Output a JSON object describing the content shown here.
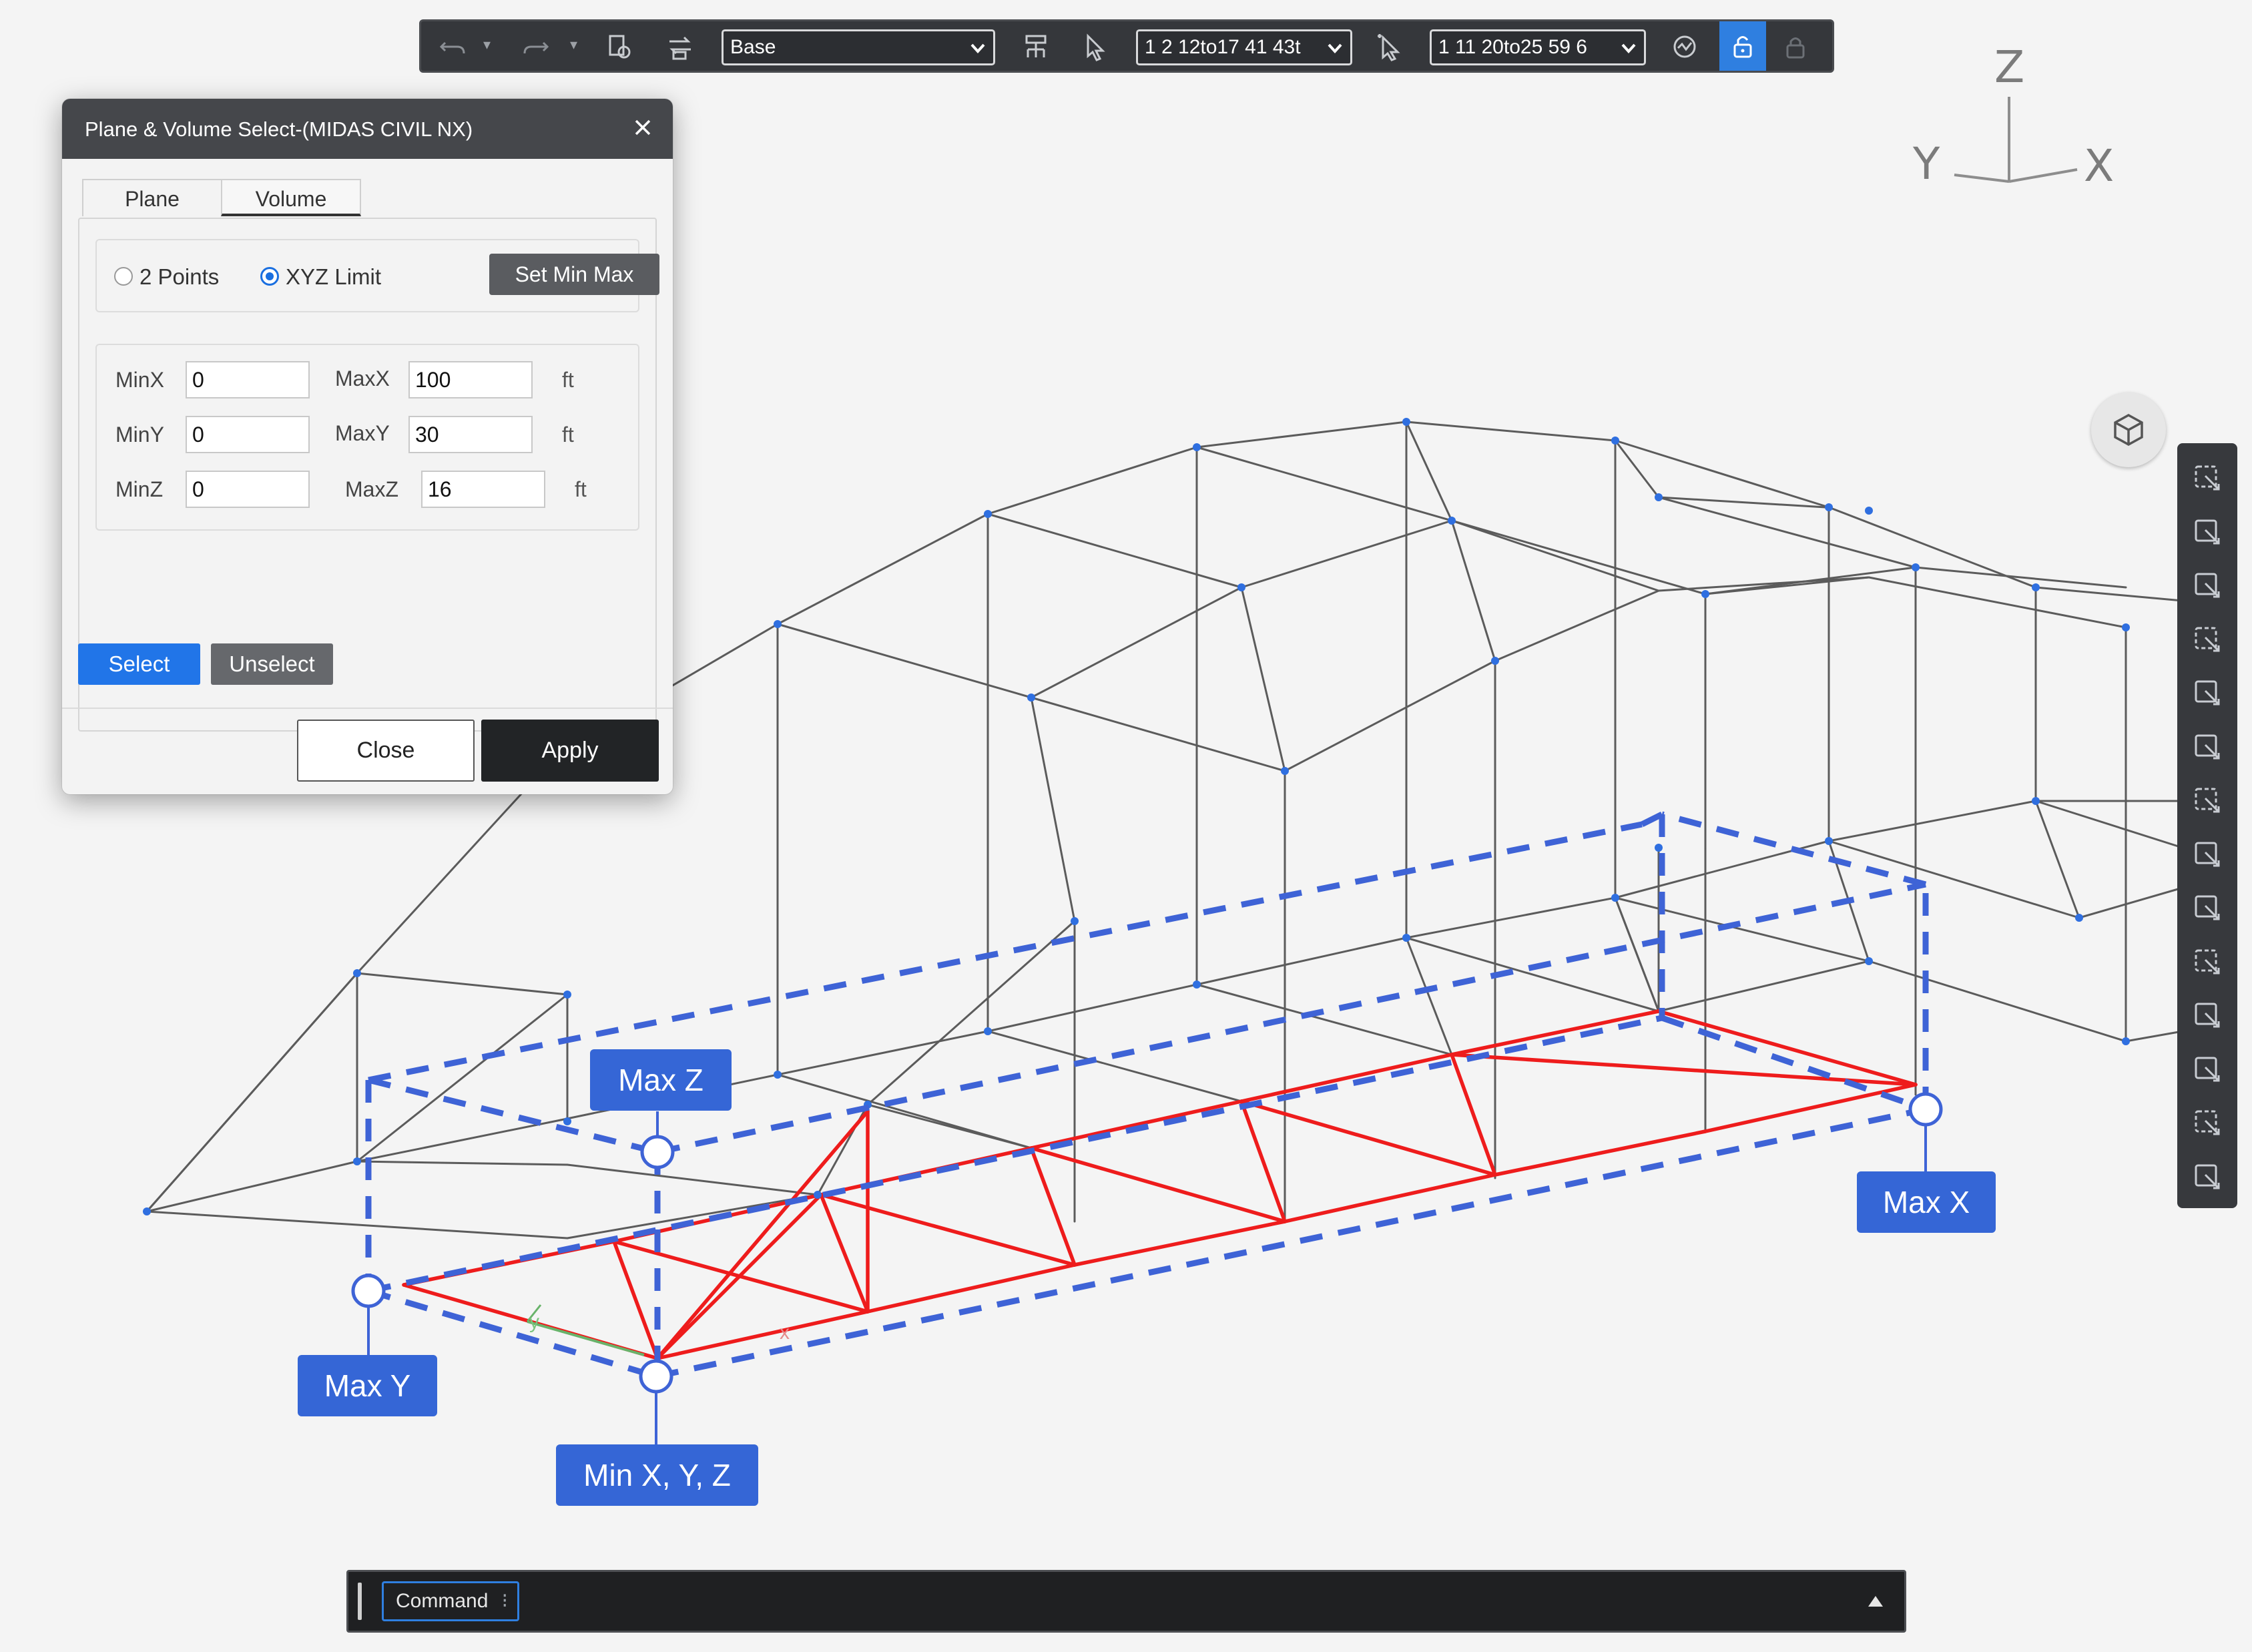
{
  "toolbar": {
    "icons": [
      "undo-icon",
      "redo-icon",
      "open-file-icon",
      "swap-icon",
      "structure-group-icon",
      "select-pointer-icon",
      "element-select-icon",
      "history-icon",
      "lock-open-icon",
      "lock-icon"
    ],
    "group_select": {
      "value": "Base"
    },
    "node_select": {
      "value": "1 2 12to17 41 43t"
    },
    "element_select": {
      "value": "1 11 20to25 59 6"
    },
    "lock_active_color": "#2f7fe0"
  },
  "axis_triad": {
    "z": "Z",
    "y": "Y",
    "x": "X"
  },
  "right_toolbar": {
    "icons": [
      "select-window-icon",
      "select-polygon-icon",
      "select-box-icon",
      "select-intersect-icon",
      "select-by-line-icon",
      "select-by-plane-icon",
      "select-by-volume-icon",
      "select-grid-icon",
      "select-layer-icon",
      "select-node-icon",
      "select-element-icon",
      "rotate-selection-icon",
      "select-property-icon",
      "select-monitor-icon"
    ],
    "view_cube_icon": "view-cube-icon"
  },
  "dialog": {
    "title": "Plane & Volume Select-(MIDAS CIVIL NX)",
    "tabs": [
      {
        "label": "Plane",
        "active": false
      },
      {
        "label": "Volume",
        "active": true
      }
    ],
    "mode": {
      "option_two_points": "2 Points",
      "option_xyz_limit": "XYZ Limit",
      "selected": "XYZ Limit",
      "set_min_max_label": "Set Min Max"
    },
    "limits": {
      "min_x_label": "MinX",
      "min_x": "0",
      "max_x_label": "MaxX",
      "max_x": "100",
      "min_y_label": "MinY",
      "min_y": "0",
      "max_y_label": "MaxY",
      "max_y": "30",
      "min_z_label": "MinZ",
      "min_z": "0",
      "max_z_label": "MaxZ",
      "max_z": "16",
      "unit": "ft"
    },
    "select_label": "Select",
    "unselect_label": "Unselect",
    "close_label": "Close",
    "apply_label": "Apply"
  },
  "callouts": {
    "max_z": "Max Z",
    "max_y": "Max Y",
    "min_xyz": "Min X, Y, Z",
    "max_x": "Max X"
  },
  "local_axis": {
    "x": "x",
    "y": "y"
  },
  "command_bar": {
    "label": "Command",
    "expand_icon": "caret-up-icon"
  },
  "colors": {
    "selected_members": "#ee1c1c",
    "selection_box": "#3e63d6",
    "callout_fill": "#3566d6",
    "wireframe": "#5b5b5b",
    "nodes": "#2f6fe0"
  }
}
